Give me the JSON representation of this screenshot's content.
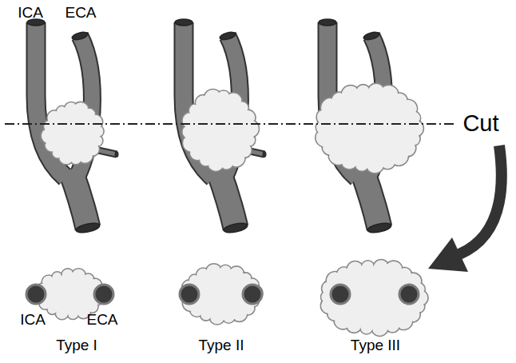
{
  "diagram": {
    "labels": [
      "ICA",
      "ECA",
      "Cut",
      "ICA",
      "ECA",
      "Type I",
      "Type II",
      "Type III"
    ]
  }
}
